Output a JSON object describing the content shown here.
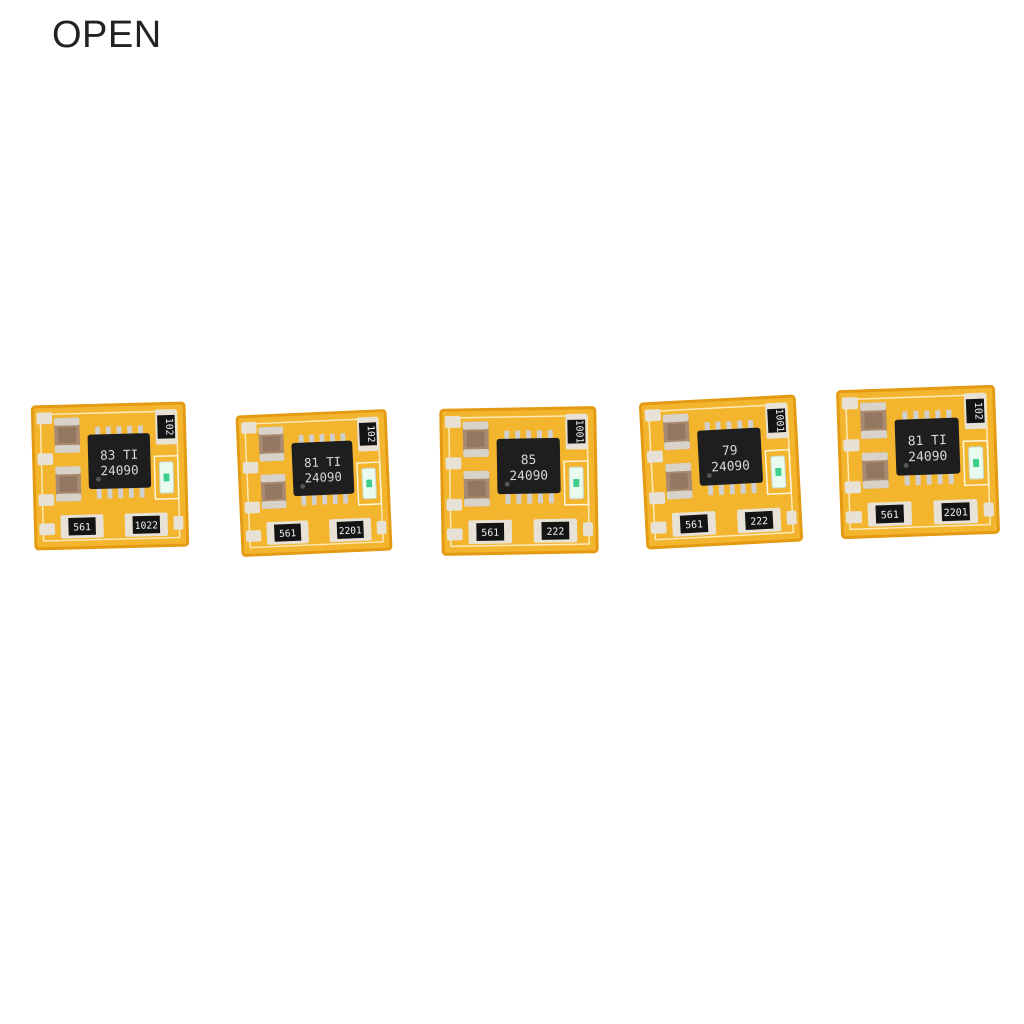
{
  "brand": {
    "label": "OPEN"
  },
  "colors": {
    "pcb": "#f4b52e",
    "pcb_edge": "#e49a12",
    "pad": "#e8e2d6",
    "cap": "#a88a70",
    "cap_dark": "#7d6450",
    "chip": "#1e1e1e",
    "pin": "#d0d0d0",
    "resistor": "#141414",
    "led": "#e9fbef"
  },
  "boards": [
    {
      "chip_line1": "83 TI",
      "chip_line2": "24090",
      "res_top": "102",
      "res_left": "561",
      "res_right": "1022"
    },
    {
      "chip_line1": "81 TI",
      "chip_line2": "24090",
      "res_top": "102",
      "res_left": "561",
      "res_right": "2201"
    },
    {
      "chip_line1": "85",
      "chip_line2": "24090",
      "res_top": "1001",
      "res_left": "561",
      "res_right": "222"
    },
    {
      "chip_line1": "79",
      "chip_line2": "24090",
      "res_top": "1001",
      "res_left": "561",
      "res_right": "222"
    },
    {
      "chip_line1": "81 TI",
      "chip_line2": "24090",
      "res_top": "102",
      "res_left": "561",
      "res_right": "2201"
    }
  ]
}
